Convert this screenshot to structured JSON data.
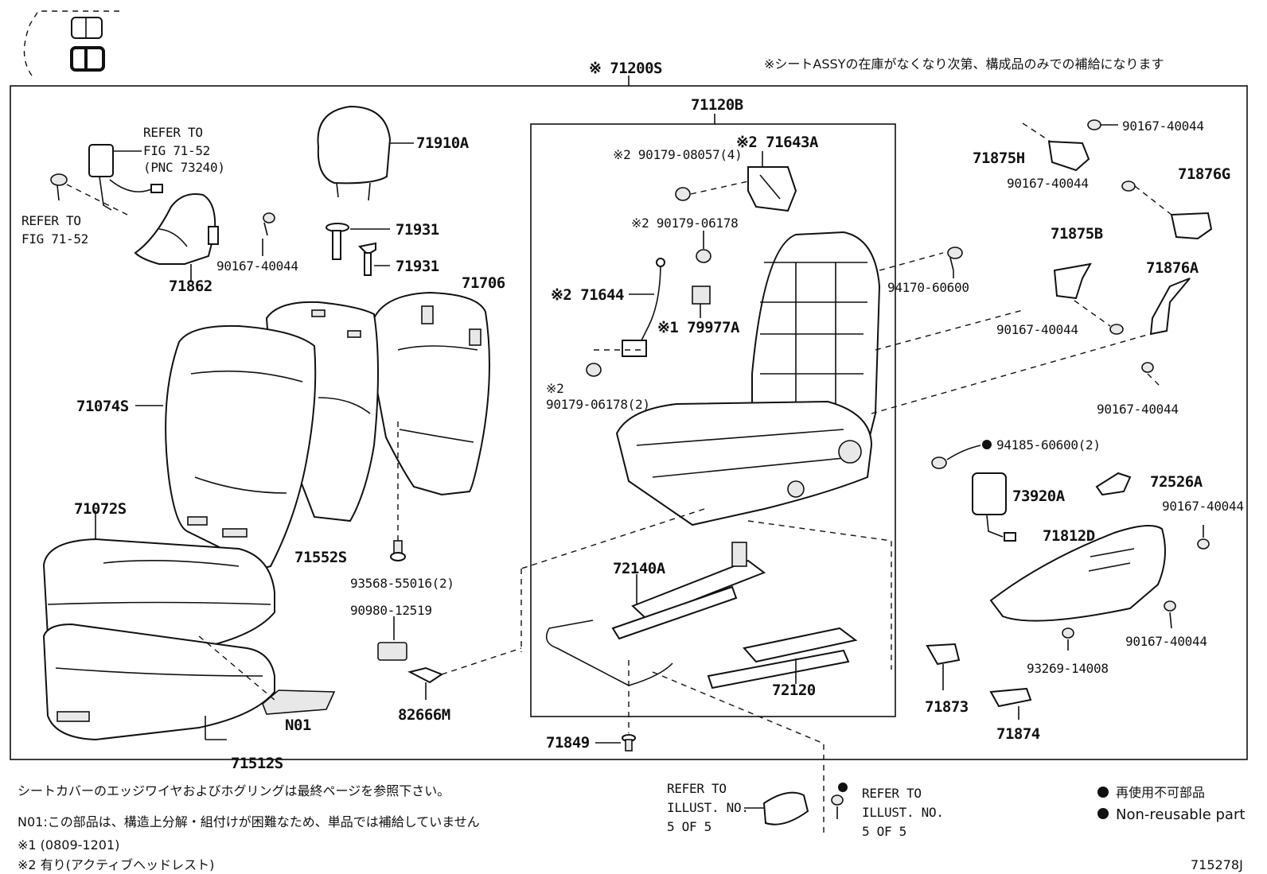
{
  "header": {
    "assy_number": "※ 71200S",
    "assy_note": "※シートASSYの在庫がなくなり次第、構成品のみでの補給になります"
  },
  "frame_box_label": "71120B",
  "parts": [
    {
      "id": "p71910A",
      "text": "71910A"
    },
    {
      "id": "p71931a",
      "text": "71931"
    },
    {
      "id": "p71931b",
      "text": "71931"
    },
    {
      "id": "p71706",
      "text": "71706"
    },
    {
      "id": "p71074S",
      "text": "71074S"
    },
    {
      "id": "p71072S",
      "text": "71072S"
    },
    {
      "id": "p71552S",
      "text": "71552S"
    },
    {
      "id": "p71512S",
      "text": "71512S"
    },
    {
      "id": "pN01",
      "text": "N01"
    },
    {
      "id": "p71862",
      "text": "71862"
    },
    {
      "id": "p90167a",
      "text": "90167-40044"
    },
    {
      "id": "p93568",
      "text": "93568-55016(2)"
    },
    {
      "id": "p90980",
      "text": "90980-12519"
    },
    {
      "id": "p82666M",
      "text": "82666M"
    },
    {
      "id": "p71849",
      "text": "71849"
    },
    {
      "id": "p90179a",
      "text": "※2 90179-08057(4)"
    },
    {
      "id": "p71643A",
      "text": "※2 71643A"
    },
    {
      "id": "p90179b",
      "text": "※2 90179-06178"
    },
    {
      "id": "p71644",
      "text": "※2 71644"
    },
    {
      "id": "p79977A",
      "text": "※1 79977A"
    },
    {
      "id": "p90179c1",
      "text": "※2"
    },
    {
      "id": "p90179c2",
      "text": "90179-06178(2)"
    },
    {
      "id": "p72140A",
      "text": "72140A"
    },
    {
      "id": "p72120",
      "text": "72120"
    },
    {
      "id": "p94170",
      "text": "94170-60600"
    },
    {
      "id": "p90167b",
      "text": "90167-40044"
    },
    {
      "id": "p71875H",
      "text": "71875H"
    },
    {
      "id": "p90167c",
      "text": "90167-40044"
    },
    {
      "id": "p71876G",
      "text": "71876G"
    },
    {
      "id": "p71875B",
      "text": "71875B"
    },
    {
      "id": "p71876A",
      "text": "71876A"
    },
    {
      "id": "p90167d",
      "text": "90167-40044"
    },
    {
      "id": "p90167e",
      "text": "90167-40044"
    },
    {
      "id": "p94185",
      "text": "94185-60600(2)"
    },
    {
      "id": "p73920A",
      "text": "73920A"
    },
    {
      "id": "p72526A",
      "text": "72526A"
    },
    {
      "id": "p90167f",
      "text": "90167-40044"
    },
    {
      "id": "p71812D",
      "text": "71812D"
    },
    {
      "id": "p90167g",
      "text": "90167-40044"
    },
    {
      "id": "p93269",
      "text": "93269-14008"
    },
    {
      "id": "p71873",
      "text": "71873"
    },
    {
      "id": "p71874",
      "text": "71874"
    }
  ],
  "refer_seatbelt": [
    "REFER TO",
    "FIG 71-52",
    "(PNC 73240)"
  ],
  "refer_left": [
    "REFER TO",
    "FIG 71-52"
  ],
  "refer_illust_a": [
    "REFER TO",
    "ILLUST. NO.",
    "5 OF 5"
  ],
  "refer_illust_b": [
    "REFER TO",
    "ILLUST. NO.",
    "5 OF 5"
  ],
  "footer_notes": {
    "line1": "シートカバーのエッジワイヤおよびホグリングは最終ページを参照下さい。",
    "line2": "N01:この部品は、構造上分解・組付けが困難なため、単品では補給していません",
    "line3": "※1 (0809-1201)",
    "line4": "※2 有り(アクティブヘッドレスト)"
  },
  "legend": {
    "jp": "再使用不可部品",
    "en": "Non-reusable part"
  },
  "figure_id": "715278J"
}
